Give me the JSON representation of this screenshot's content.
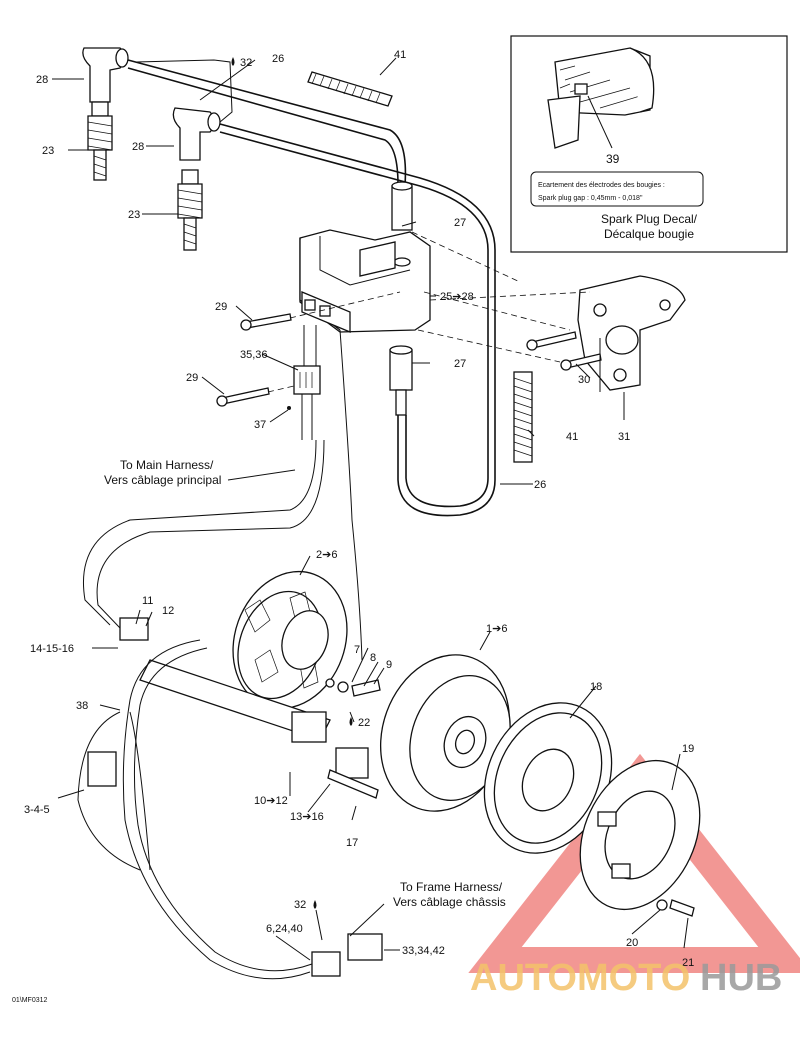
{
  "callouts": {
    "c28a": "28",
    "c32a": "32",
    "c26a": "26",
    "c41a": "41",
    "c23a": "23",
    "c28b": "28",
    "c23b": "23",
    "c27a": "27",
    "c2528": "25➔28",
    "c29a": "29",
    "c3536": "35,36",
    "c29b": "29",
    "c27b": "27",
    "c37": "37",
    "c30": "30",
    "c41b": "41",
    "c31": "31",
    "c26b": "26",
    "c26": "2➔6",
    "c11": "11",
    "c12": "12",
    "c141516": "14-15-16",
    "c7": "7",
    "c8": "8",
    "c9": "9",
    "c16": "1➔6",
    "c18": "18",
    "c22": "22",
    "c38": "38",
    "c345": "3-4-5",
    "c1012": "10➔12",
    "c1316": "13➔16",
    "c17": "17",
    "c19": "19",
    "c32b": "32",
    "c62440": "6,24,40",
    "c333442": "33,34,42",
    "c20": "20",
    "c21": "21",
    "c39": "39"
  },
  "inset": {
    "decal_line1": "Ecartement des électrodes des bougies :",
    "decal_line2": "Spark plug gap : 0,45mm - 0,018\"",
    "title_line1": "Spark Plug Decal/",
    "title_line2": "Décalque bougie"
  },
  "notes": {
    "main_harness_1": "To Main Harness/",
    "main_harness_2": "Vers câblage principal",
    "frame_harness_1": "To Frame Harness/",
    "frame_harness_2": "Vers câblage châssis"
  },
  "figure_code": "01\\MF0312",
  "watermark": {
    "part1": "AUTOMOTO",
    "part2": "HUB",
    "color1": "#f4c36a",
    "color2": "#9a9a9a",
    "triangle_color": "#e8423c"
  }
}
